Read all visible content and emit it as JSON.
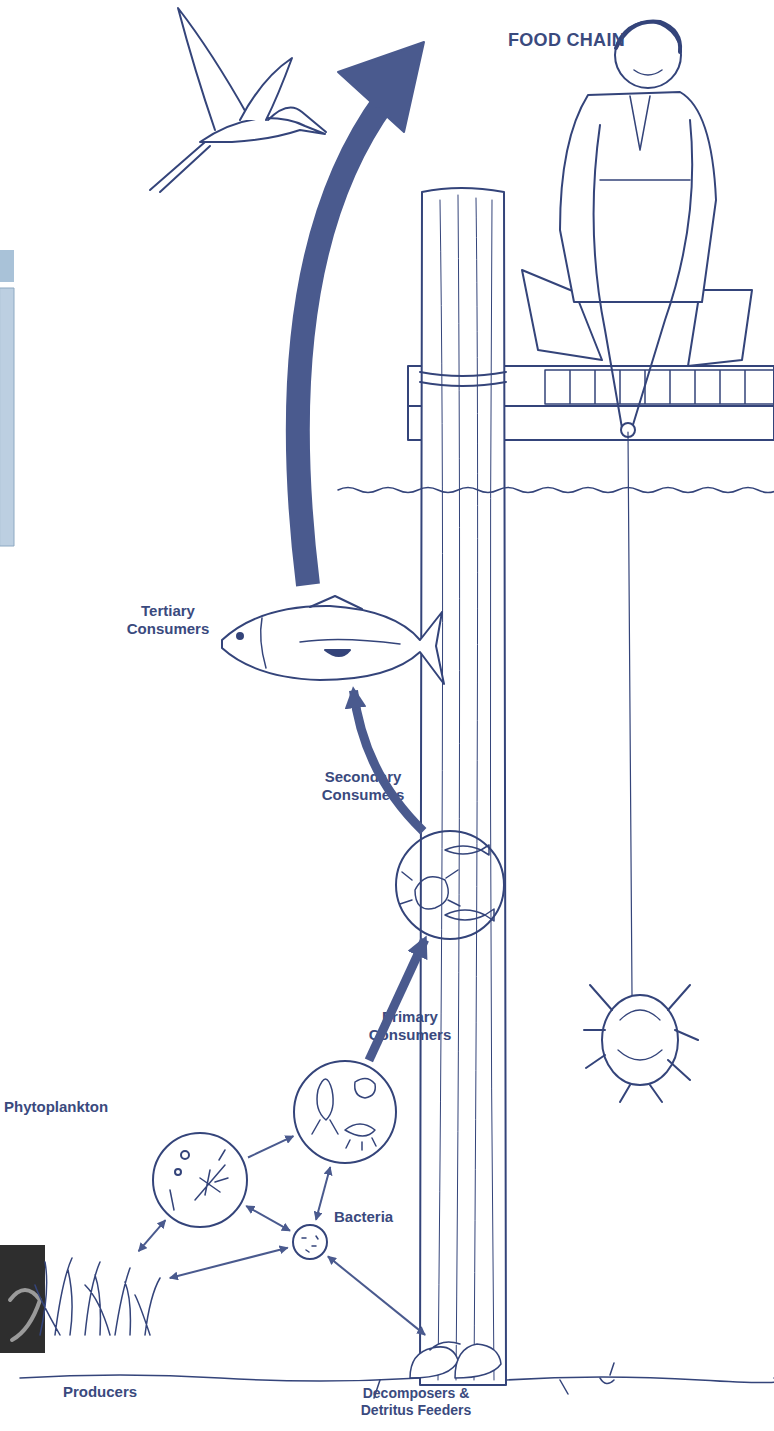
{
  "diagram": {
    "title": "FOOD CHAIN",
    "nodes": [
      {
        "text": [
          "Tertiary Consumers"
        ]
      },
      {
        "text": [
          "Secondary Consumers"
        ]
      },
      {
        "text": [
          "Primary Consumers"
        ]
      },
      {
        "text": [
          "Phytoplankton"
        ]
      },
      {
        "text": [
          "Bacteria"
        ]
      },
      {
        "text": [
          "Producers"
        ]
      },
      {
        "text": [
          "Decomposers & Detritus Feeders"
        ]
      }
    ],
    "edges": [
      {
        "from": 1,
        "to": 0,
        "arrow": "to"
      },
      {
        "from": 2,
        "to": 1,
        "arrow": "to"
      },
      {
        "from": 3,
        "to": 2,
        "arrow": "to"
      },
      {
        "from": 3,
        "to": 5,
        "arrow": "both"
      },
      {
        "from": 3,
        "to": 4,
        "arrow": "both"
      },
      {
        "from": 2,
        "to": 4,
        "arrow": "both"
      },
      {
        "from": 5,
        "to": 4,
        "arrow": "both"
      },
      {
        "from": 4,
        "to": 6,
        "arrow": "both"
      }
    ]
  }
}
